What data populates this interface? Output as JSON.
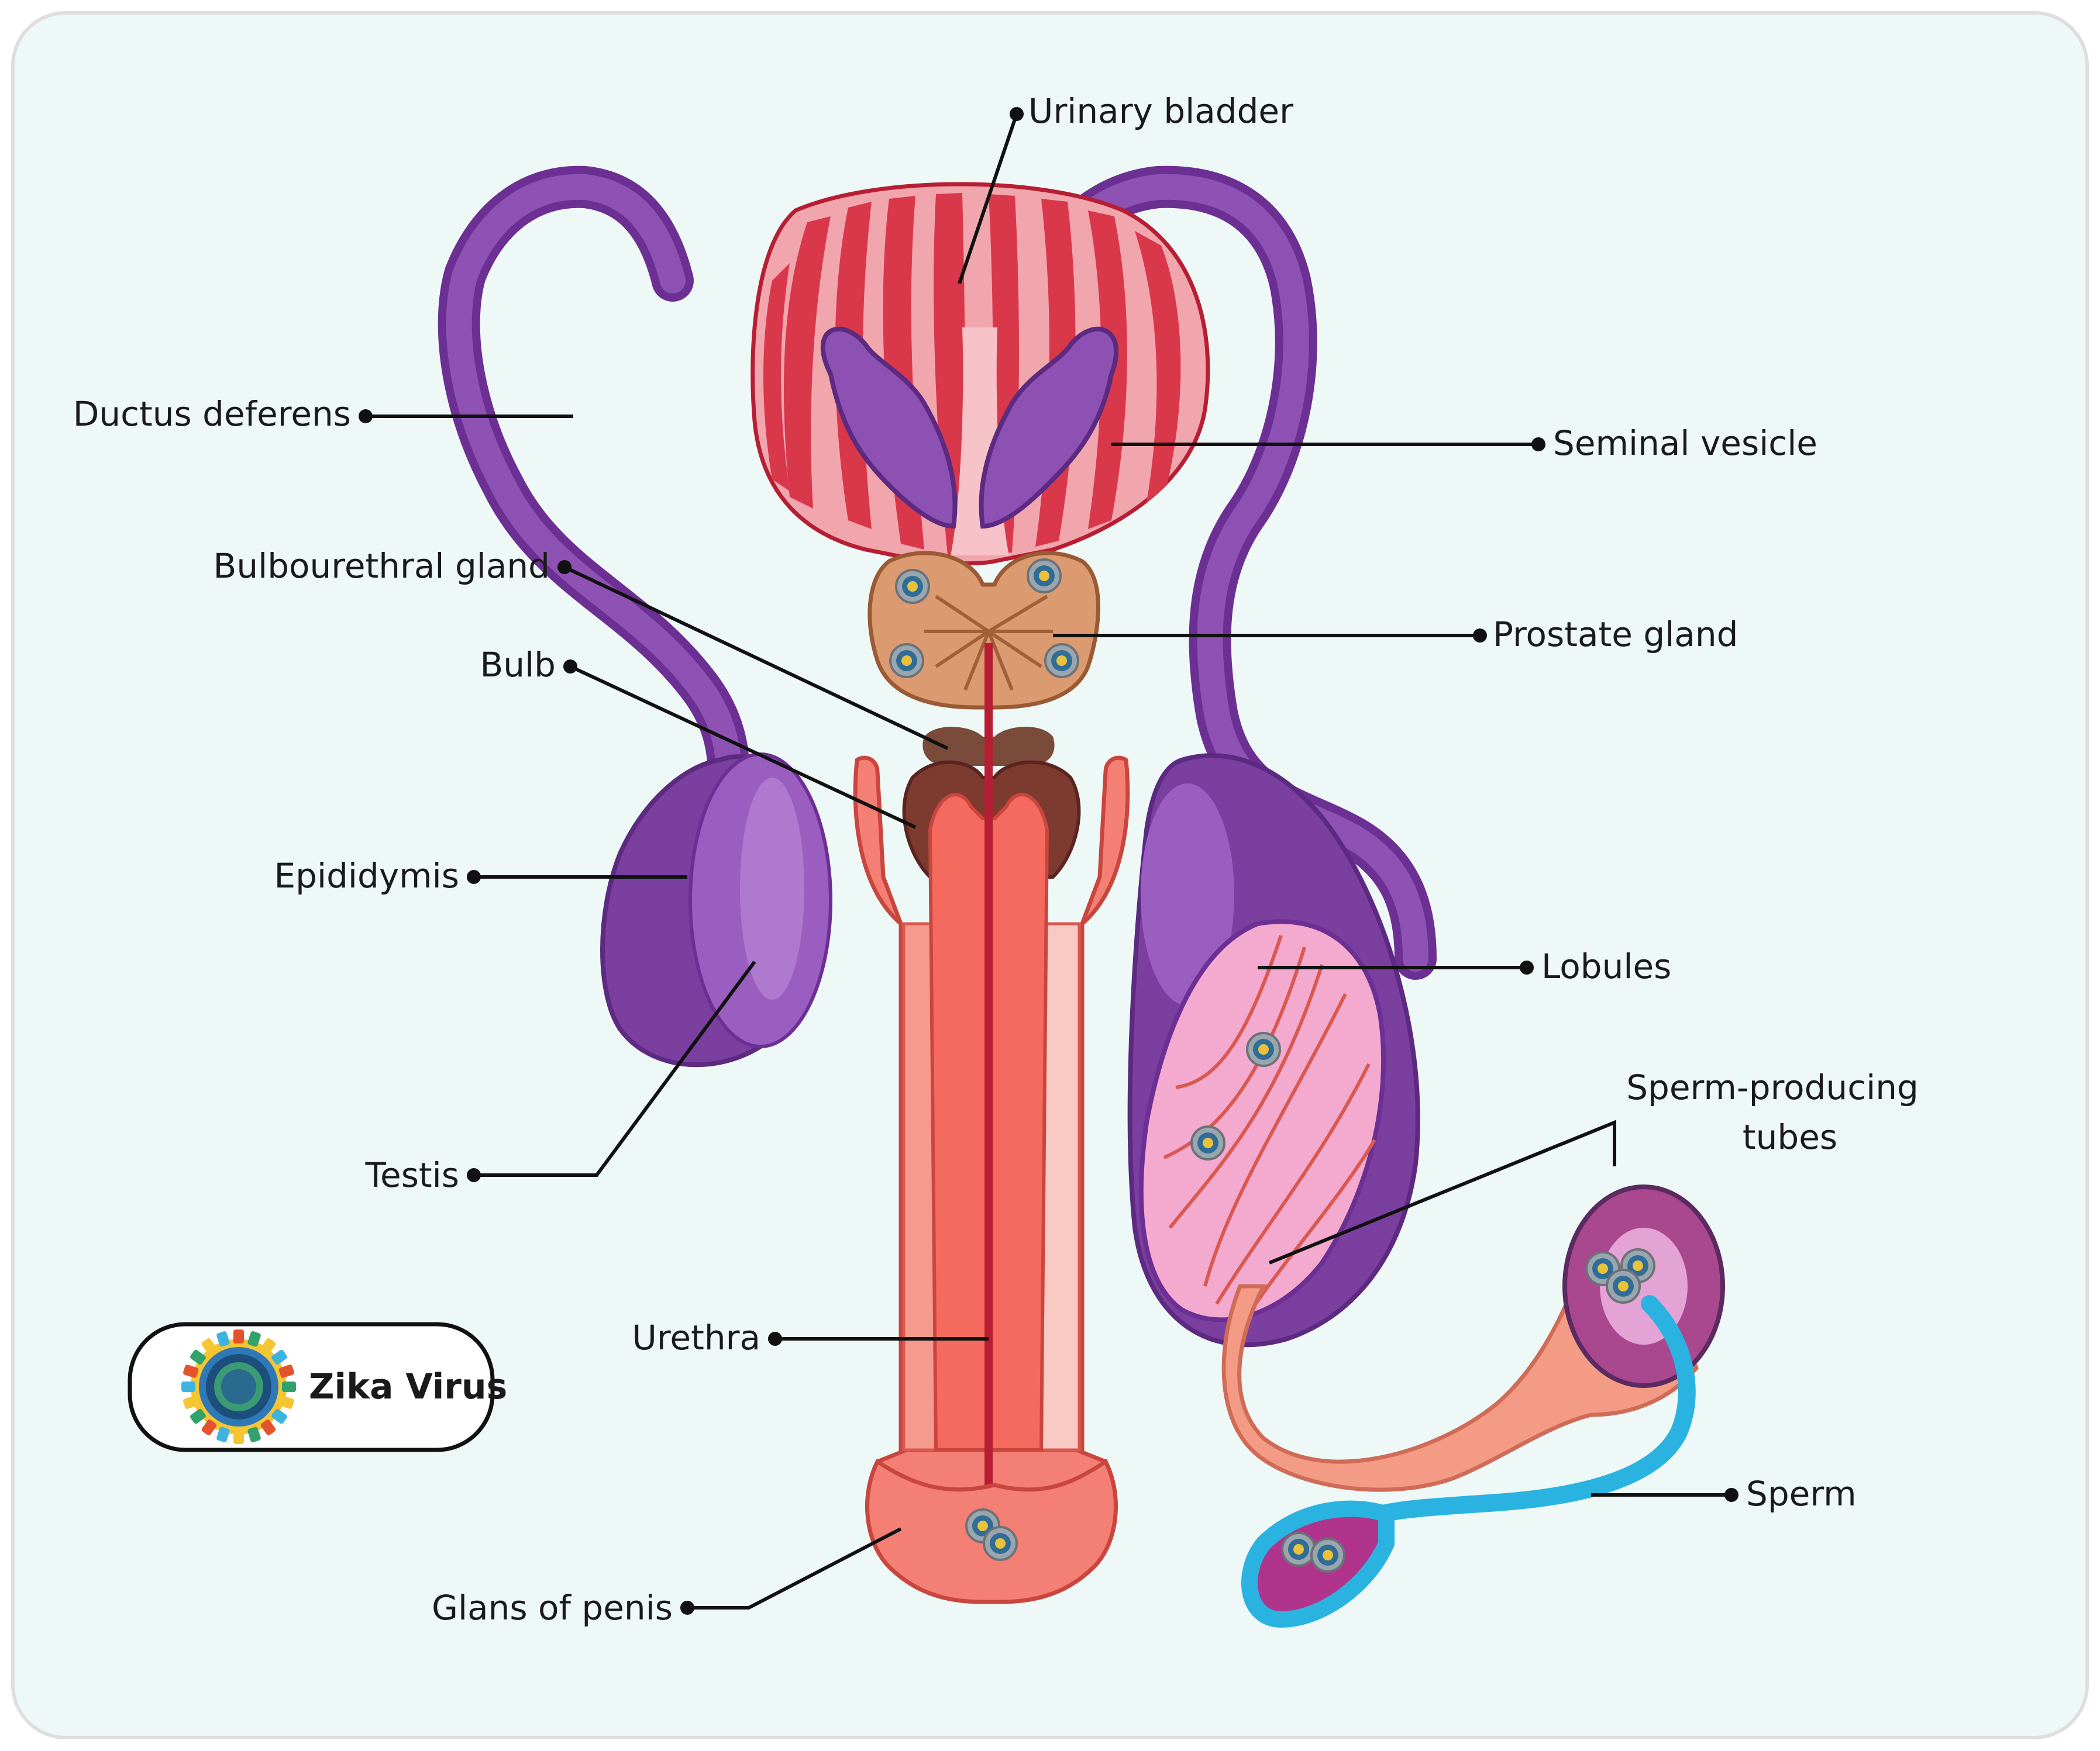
{
  "labels": {
    "urinary_bladder": "Urinary bladder",
    "ductus_deferens": "Ductus deferens",
    "seminal_vesicle": "Seminal vesicle",
    "bulbourethral_gland": "Bulbourethral gland",
    "prostate_gland": "Prostate gland",
    "bulb": "Bulb",
    "epididymis": "Epididymis",
    "lobules": "Lobules",
    "sperm_producing_line1": "Sperm-producing",
    "sperm_producing_line2": "tubes",
    "testis": "Testis",
    "urethra": "Urethra",
    "sperm": "Sperm",
    "glans_of_penis": "Glans of penis"
  },
  "legend": {
    "label": "Zika Virus",
    "icon": "zika-virus-icon"
  },
  "colors": {
    "background": "#eef9f7",
    "border": "#dddddd",
    "bladder": "#d9384b",
    "bladder_light": "#f1a6ae",
    "duct_purple": "#7b3fa0",
    "duct_purple_light": "#9b5fbd",
    "prostate": "#d9946a",
    "bulb_brown": "#7d3a2f",
    "penis_tissue": "#f47f74",
    "penis_dark": "#d9584f",
    "lobule_pink": "#f4a9cf",
    "tube_salmon": "#f39b85",
    "sperm_blue": "#2ab3e0",
    "sperm_head": "#b0348c"
  }
}
